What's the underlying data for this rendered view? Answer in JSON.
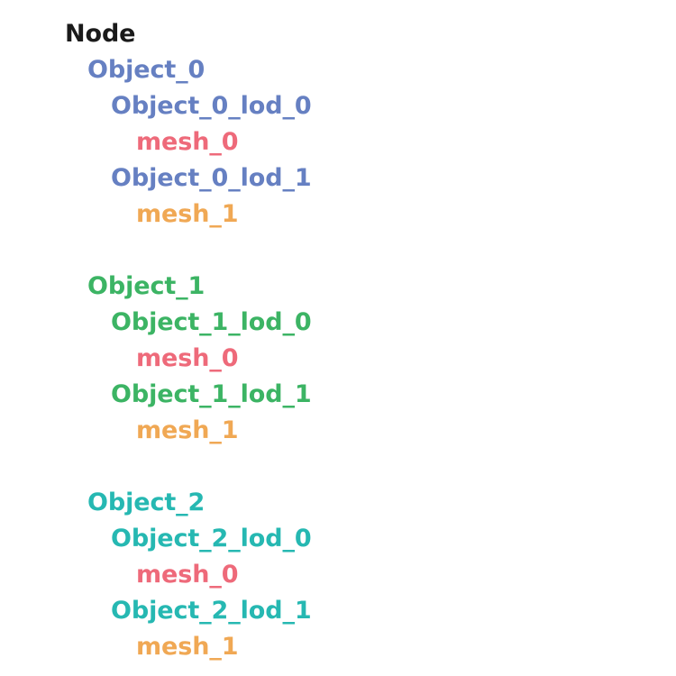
{
  "document": {
    "title": "Node",
    "background_color": "#ffffff"
  },
  "colors": {
    "root": "#1a1a1a",
    "object_0": "#6680c2",
    "object_1": "#3cb464",
    "object_2": "#26b8b2",
    "mesh_0": "#ee6a7a",
    "mesh_1": "#f0a854"
  },
  "tree": {
    "root": {
      "label": "Node",
      "level": 0,
      "color_key": "root"
    },
    "groups": [
      {
        "group_name": "object-0-group",
        "color_key": "object_0",
        "nodes": [
          {
            "label": "Object_0",
            "level": 1,
            "color_key": "object_0"
          },
          {
            "label": "Object_0_lod_0",
            "level": 2,
            "color_key": "object_0"
          },
          {
            "label": "mesh_0",
            "level": 3,
            "color_key": "mesh_0"
          },
          {
            "label": "Object_0_lod_1",
            "level": 2,
            "color_key": "object_0"
          },
          {
            "label": "mesh_1",
            "level": 3,
            "color_key": "mesh_1"
          }
        ]
      },
      {
        "group_name": "object-1-group",
        "color_key": "object_1",
        "nodes": [
          {
            "label": "Object_1",
            "level": 1,
            "color_key": "object_1"
          },
          {
            "label": "Object_1_lod_0",
            "level": 2,
            "color_key": "object_1"
          },
          {
            "label": "mesh_0",
            "level": 3,
            "color_key": "mesh_0"
          },
          {
            "label": "Object_1_lod_1",
            "level": 2,
            "color_key": "object_1"
          },
          {
            "label": "mesh_1",
            "level": 3,
            "color_key": "mesh_1"
          }
        ]
      },
      {
        "group_name": "object-2-group",
        "color_key": "object_2",
        "nodes": [
          {
            "label": "Object_2",
            "level": 1,
            "color_key": "object_2"
          },
          {
            "label": "Object_2_lod_0",
            "level": 2,
            "color_key": "object_2"
          },
          {
            "label": "mesh_0",
            "level": 3,
            "color_key": "mesh_0"
          },
          {
            "label": "Object_2_lod_1",
            "level": 2,
            "color_key": "object_2"
          },
          {
            "label": "mesh_1",
            "level": 3,
            "color_key": "mesh_1"
          }
        ]
      }
    ]
  }
}
